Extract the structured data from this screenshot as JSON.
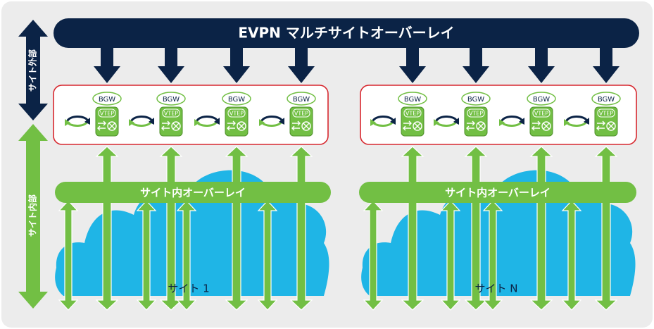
{
  "title": "EVPN マルチサイトオーバーレイ",
  "side_labels": {
    "outside": "サイト外部",
    "inside": "サイト内部"
  },
  "sites": [
    {
      "name": "サイト 1",
      "overlay_label": "サイト内オーバーレイ"
    },
    {
      "name": "サイト N",
      "overlay_label": "サイト内オーバーレイ"
    }
  ],
  "node": {
    "bgw_label": "BGW",
    "vtep_label": "VTEP",
    "count_per_site": 4
  },
  "colors": {
    "background": "#ececec",
    "navy": "#0b2346",
    "green": "#72bf44",
    "green_dark": "#4e8f2a",
    "cloud": "#1fb5e6",
    "site_border": "#d7272e",
    "white": "#ffffff"
  }
}
